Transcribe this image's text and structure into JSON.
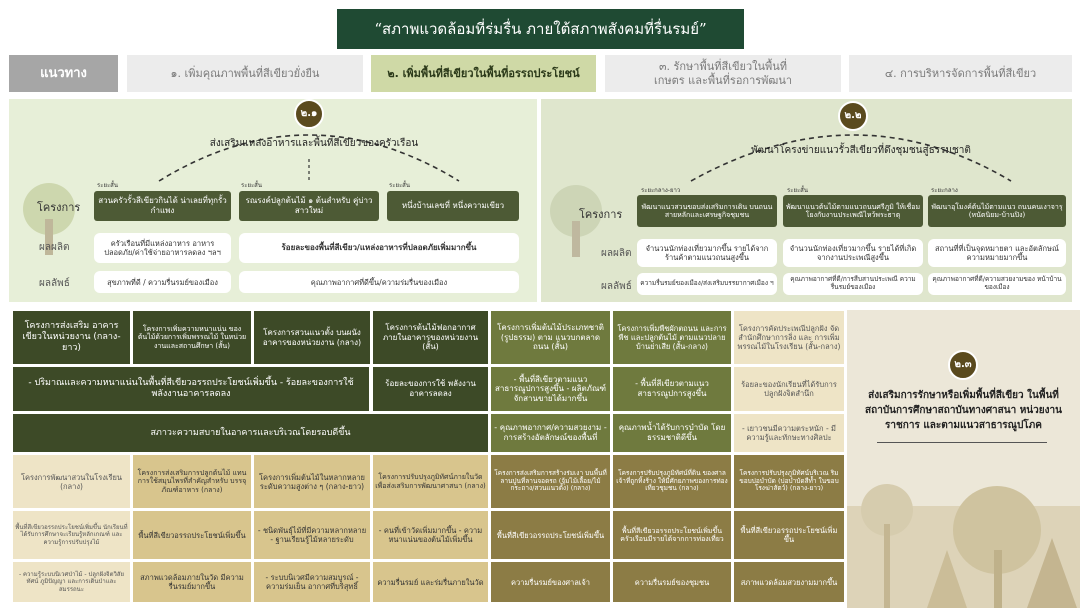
{
  "title": "“สภาพแวดล้อมที่ร่มรื่น ภายใต้สภาพสังคมที่รื่นรมย์”",
  "tabs": {
    "guide": "แนวทาง",
    "t1": "๑. เพิ่มคุณภาพพื้นที่สีเขียวยั่งยืน",
    "t2": "๒. เพิ่มพื้นที่สีเขียวในพื้นที่อรรถประโยชน์",
    "t3": "๓. รักษาพื้นที่สีเขียวในพื้นที่เกษตร และพื้นที่รอการพัฒนา",
    "t4": "๔. การบริหารจัดการพื้นที่สีเขียว"
  },
  "panel_left": {
    "badge": "๒.๑",
    "headline": "ส่งเสริมแหล่งอาหารและพื้นที่สีเขียวของครัวเรือน",
    "row_project": "โครงการ",
    "row_output": "ผลผลิต",
    "row_outcome": "ผลลัพธ์",
    "tags": [
      "ระยะสั้น",
      "ระยะสั้น",
      "ระยะสั้น"
    ],
    "projects": [
      "สวนครัวรั้วสีเขียวกินได้ น่าเลยที่ทุกรั้วกำแพง",
      "รณรงค์ปลูกต้นไม้ ๑ ต้นสำหรับ คู่บ่าวสาวใหม่",
      "หนึ่งบ้านเลขที่ หนึ่งความเขียว"
    ],
    "output_1": "ครัวเรือนที่มีแหล่งอาหาร อาหารปลอดภัย/ค่าใช้จ่ายอาหารลดลง ฯลฯ",
    "output_2": "ร้อยละของพื้นที่สีเขียว/แหล่งอาหารที่ปลอดภัยเพิ่มมากขึ้น",
    "outcome_1": "สุขภาพที่ดี / ความรื่นรมย์ของเมือง",
    "outcome_2": "คุณภาพอากาศที่ดีขึ้น/ความร่มรื่นของเมือง"
  },
  "panel_right": {
    "badge": "๒.๒",
    "headline": "พัฒนาโครงข่ายแนวรั้วสีเขียวที่ดึงชุมชนสู่ธรรมชาติ",
    "row_project": "โครงการ",
    "row_output": "ผลผลิต",
    "row_outcome": "ผลลัพธ์",
    "tags": [
      "ระยะกลาง-ยาว",
      "ระยะสั้น",
      "ระยะกลาง"
    ],
    "projects": [
      "พัฒนาแนวสวนขอบส่งเสริมการเดิน บนถนนสายหลักและเศรษฐกิจชุมชน",
      "พัฒนาแนวต้นไม้ตามแนวถนนศรีภูมิ ให้เชื่อมโยงกับงานประเพณีไหว้พระธาตุ",
      "พัฒนาอุโมงค์ต้นไม้ตามแนว ถนนคนเงาจารุ (หนัตนิยม-บ้านปิง)"
    ],
    "outputs": [
      "จำนวนนักท่องเที่ยวมากขึ้น รายได้จากร้านค้าตามแนวถนนสูงขึ้น",
      "จำนวนนักท่องเที่ยวมากขึ้น รายได้ที่เกิดจากงานประเพณีสูงขึ้น",
      "สถานที่ที่เป็นจุดหมายตา และอัตลักษณ์ความหมายมากขึ้น"
    ],
    "outcomes": [
      "ความรื่นรมย์ของเมือง/ส่งเสริมบรรยากาศเมือง ฯ",
      "คุณภาพอากาศที่ดี/การสืบสานประเพณี ความรื่นรมย์ของเมือง",
      "คุณภาพอากาศที่ดี/ความสวยงามของ หน้าบ้านของเมือง"
    ]
  },
  "grid": {
    "row1": [
      "โครงการส่งเสริม อาคารเขียวในหน่วยงาน (กลาง-ยาว)",
      "โครงการเพิ่มความหนาแน่น ของต้นไม้ด้วยการเพิ่มพรรณไม้ ในหน่วยงานและสถานศึกษา (สั้น)",
      "โครงการสวนแนวตั้ง บนผนังอาคารของหน่วยงาน (กลาง)",
      "โครงการต้นไม้ฟอกอากาศ ภายในอาคารของหน่วยงาน (สั้น)",
      "โครงการเพิ่มต้นไม้ประเภทชาติ (รูปธรรม) ตาม แนวบกตลาดถนน (สั้น)",
      "โครงการเพิ่มพืชผักตถนน และการพืช และปลูกต้นไม้ ตามแนวปลายบ้านย่าเสีย (สั้น-กลาง)",
      "โครงการคัดประเพณีปลูกฝัง จัดสำนักศึกษาการลิ่ง และ การเพิ่มพรรณไม้ในโรงเรียน (สั้น-กลาง)"
    ],
    "row2": [
      "- ปริมาณและความหนาแน่นในพื้นที่สีเขียวอรรถประโยชน์เพิ่มขึ้น - ร้อยละของการใช้พลังงานอาคารลดลง",
      "ร้อยละของการใช้ พลังงานอาคารลดลง",
      "- พื้นที่สีเขียวตามแนว สาธารณูปการสูงขึ้น - ผลิตภัณฑ์จักสานขายได้มากขึ้น",
      "- พื้นที่สีเขียวตามแนว สาธารณูปการสูงขึ้น",
      "ร้อยละของนักเรียนที่ได้รับการ ปลูกฝังจิตสำนึก"
    ],
    "row3": [
      "สภาวะความสบายในอาคารและบริเวณโดยรอบดีขึ้น",
      "- คุณภาพอากาศ/ความสวยงาม - การสร้างอัตลักษณ์ของพื้นที่",
      "คุณภาพน้ำได้รับการบำบัด โดยธรรมชาติดีขึ้น",
      "- เยาวชนมีความตระหนัก - มีความรู้และทักษะทางศิลปะ"
    ],
    "row4": [
      "โครงการพัฒนาสวนในโรงเรียน (กลาง)",
      "โครงการส่งเสริมการปลูกต้นไม้ แทนการใช้สมุนไพรที่สำคัญสำหรับ บรรจุภัณฑ์อาหาร (กลาง)",
      "โครงการเพิ่มต้นไม้ในหลากหลาย ระดับความสูงต่าง ๆ (กลาง-ยาว)",
      "โครงการปรับปรุงภูมิทัศน์ภายในวัด เพื่อส่งเสริมการพัฒนาศาสนา (กลาง)",
      "โครงการส่งเสริมการสร้างร่มเงา บนพื้นที่ลานปูนที่ลานจอดรถ (จุ้มไม้เลื้อย/ไม้กระถาง/สวนแนวตั้ง) (กลาง)",
      "โครงการปรับปรุงภูมิทัศน์ที่ดิน ของศาลเจ้าที่ถูกทิ้งร้าง ให้มีศักยภาพของการท่องเที่ยวชุมชน (กลาง)",
      "โครงการปรับปรุงภูมิทัศน์บริเวณ ริมขอบบ่อบำบัด (บ่อบำบัดสีท้ำ ในขอบโรงฆ่าสัตว์) (กลาง-ยาว)"
    ],
    "row5": [
      "พื้นที่สีเขียวอรรถประโยชน์เพิ่มขึ้น นักเรียนที่ได้รับการศึกษาจะเรียนรู้หลักเกณฑ์ และความรู้การปรับปรุงไม้",
      "พื้นที่สีเขียวอรรถประโยชน์เพิ่มขึ้น",
      "- ชนิดพันธุ์ไม้ที่มีความหลากหลาย - ฐานเรียนรู้ไม้หลายระดับ",
      "- คนที่เข้าวัดเพิ่มมากขึ้น - ความหนาแน่นของต้นไม้เพิ่มขึ้น",
      "พื้นที่สีเขียวอรรถประโยชน์เพิ่มขึ้น",
      "พื้นที่สีเขียวอรรถประโยชน์เพิ่มขึ้น ครัวเรือนมีรายได้จากการท่องเที่ยว",
      "พื้นที่สีเขียวอรรถประโยชน์เพิ่มขึ้น"
    ],
    "row6": [
      "- ความรู้ระบบนิเวศป่าไม้ - ปลูกฝังจิตวิสัยทัศน์ ภูมิปัญญา และการเดินป่าและสมรรถนะ",
      "สภาพแวดล้อมภายในวัด มีความรื่นรมย์มากขึ้น",
      "- ระบบนิเวศมีความสมบูรณ์ - ความร่มเย็น อากาศที่บริสุทธิ์",
      "ความรื่นรมย์ และร่มรื่นภายในวัด",
      "ความรื่นรมย์ของศาลเจ้า",
      "ความรื่นรมย์ของชุมชน",
      "สภาพแวดล้อมสวยงามมากขึ้น"
    ]
  },
  "panel3": {
    "badge": "๒.๓",
    "headline": "ส่งเสริมการรักษาหรือเพิ่มพื้นที่สีเขียว ในพื้นที่สถาบันการศึกษาสถาบันทางศาสนา หน่วยงานราชการ และตามแนวสาธารณูปโภค"
  },
  "colors": {
    "title_bg": "#1f4a33",
    "tab_active_bg": "#cfd9a6",
    "dark_olive": "#3d4a27",
    "olive": "#6f7a3e",
    "khaki": "#8c7c45",
    "light_khaki": "#d8c58d"
  }
}
